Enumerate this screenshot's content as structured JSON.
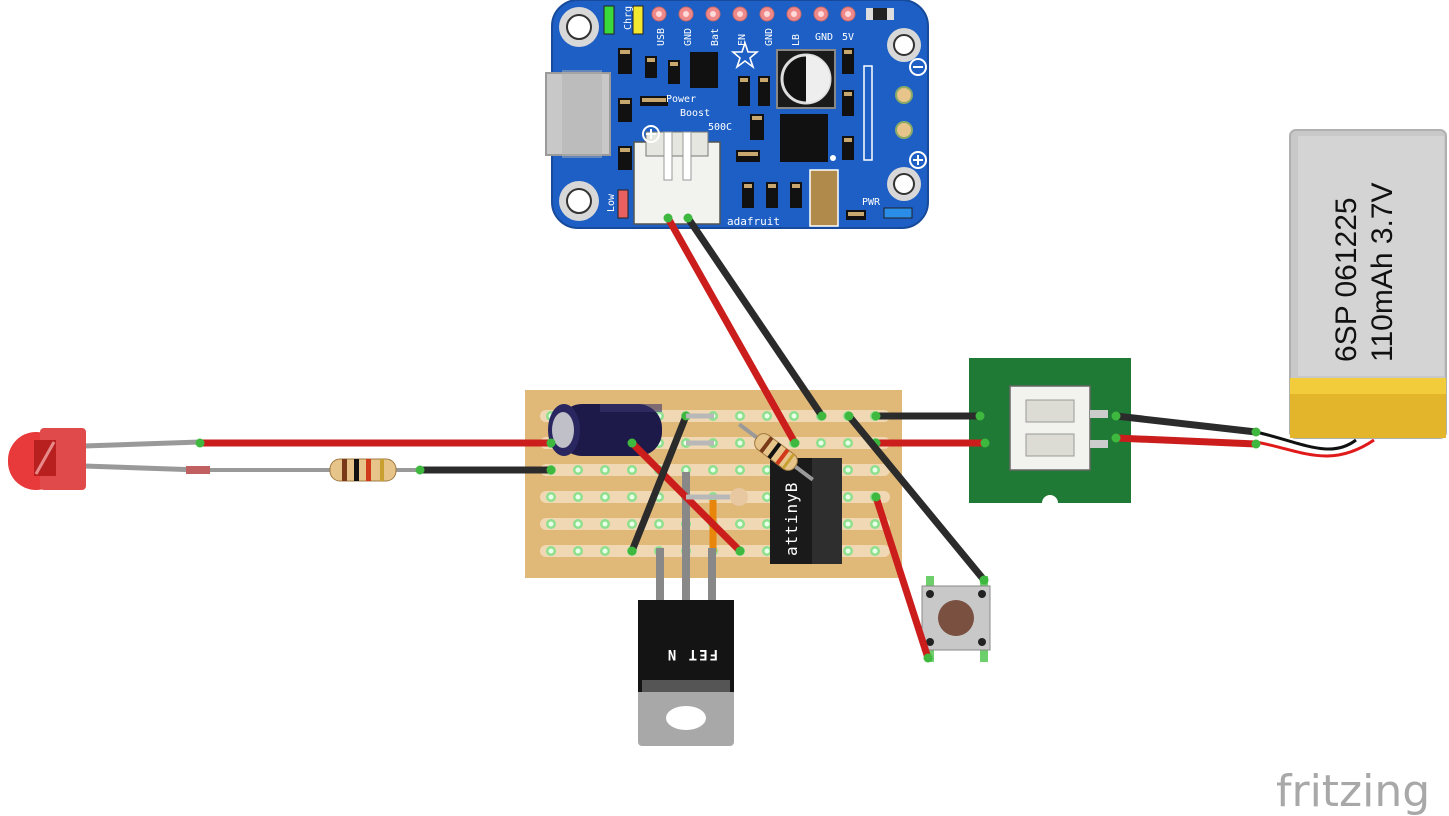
{
  "watermark": "fritzing",
  "boost_board": {
    "pin_labels": [
      "USB",
      "GND",
      "Bat",
      "EN",
      "GND",
      "LB"
    ],
    "header_labels": [
      "GND",
      "5V"
    ],
    "led_labels": {
      "charge": "Chrg",
      "low": "Low",
      "power": "PWR"
    },
    "name_line1": "Power",
    "name_line2": "Boost",
    "model": "500C",
    "brand": "adafruit"
  },
  "battery": {
    "line1": "6SP 061225",
    "line2": "110mAh 3.7V"
  },
  "mcu": {
    "label": "attinyB"
  },
  "mosfet": {
    "label": "FET N"
  },
  "colors": {
    "pcb_blue": "#1d5fc4",
    "stripboard": "#e0b878",
    "wire_red": "#cc1d1d",
    "wire_black": "#2b2b2b",
    "connector_board": "#1f7a35",
    "led_red": "#e83a3a",
    "battery_gold": "#e2b52a"
  }
}
